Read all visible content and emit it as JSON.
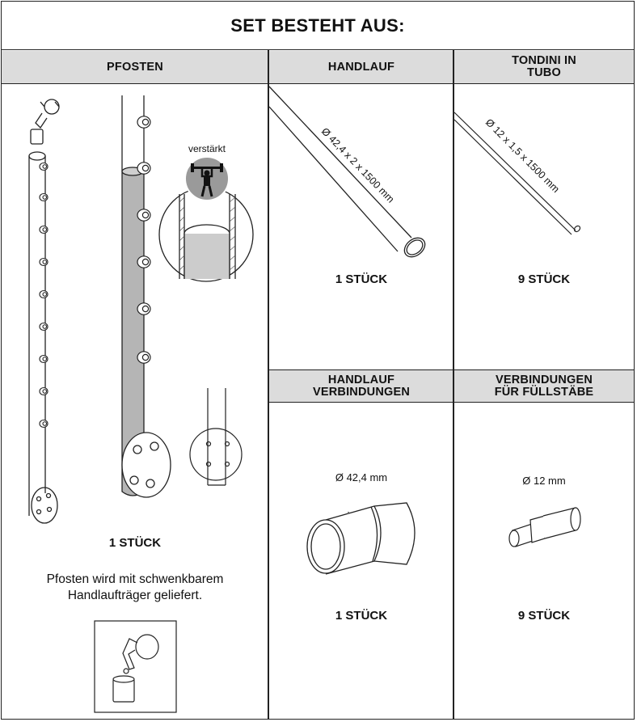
{
  "title": "SET BESTEHT AUS:",
  "columns": {
    "pfosten": "PFOSTEN",
    "handlauf": "HANDLAUF",
    "tondini": "TONDINI IN TUBO"
  },
  "lower_headers": {
    "handlauf_verbindungen": "HANDLAUF VERBINDUNGEN",
    "verbindungen_fuellstaebe": "VERBINDUNGEN FÜR FÜLLSTÄBE"
  },
  "pfosten": {
    "qty": "1 STÜCK",
    "reinforced_label": "verstärkt",
    "note_line1": "Pfosten wird mit schwenkbarem",
    "note_line2": "Handlaufträger geliefert."
  },
  "handlauf": {
    "dimension": "Ø 42,4 x 2 x 1500 mm",
    "qty": "1 STÜCK"
  },
  "tondini": {
    "dimension": "Ø 12 x 1,5 x 1500 mm",
    "qty": "9 STÜCK"
  },
  "handlauf_verbindungen": {
    "dimension": "Ø 42,4 mm",
    "qty": "1 STÜCK"
  },
  "verbindungen_fuellstaebe": {
    "dimension": "Ø 12 mm",
    "qty": "9 STÜCK"
  },
  "icons": [
    "post-drawing",
    "reinforced-weightlifter-icon",
    "tube-drawing",
    "connector-drawing"
  ]
}
